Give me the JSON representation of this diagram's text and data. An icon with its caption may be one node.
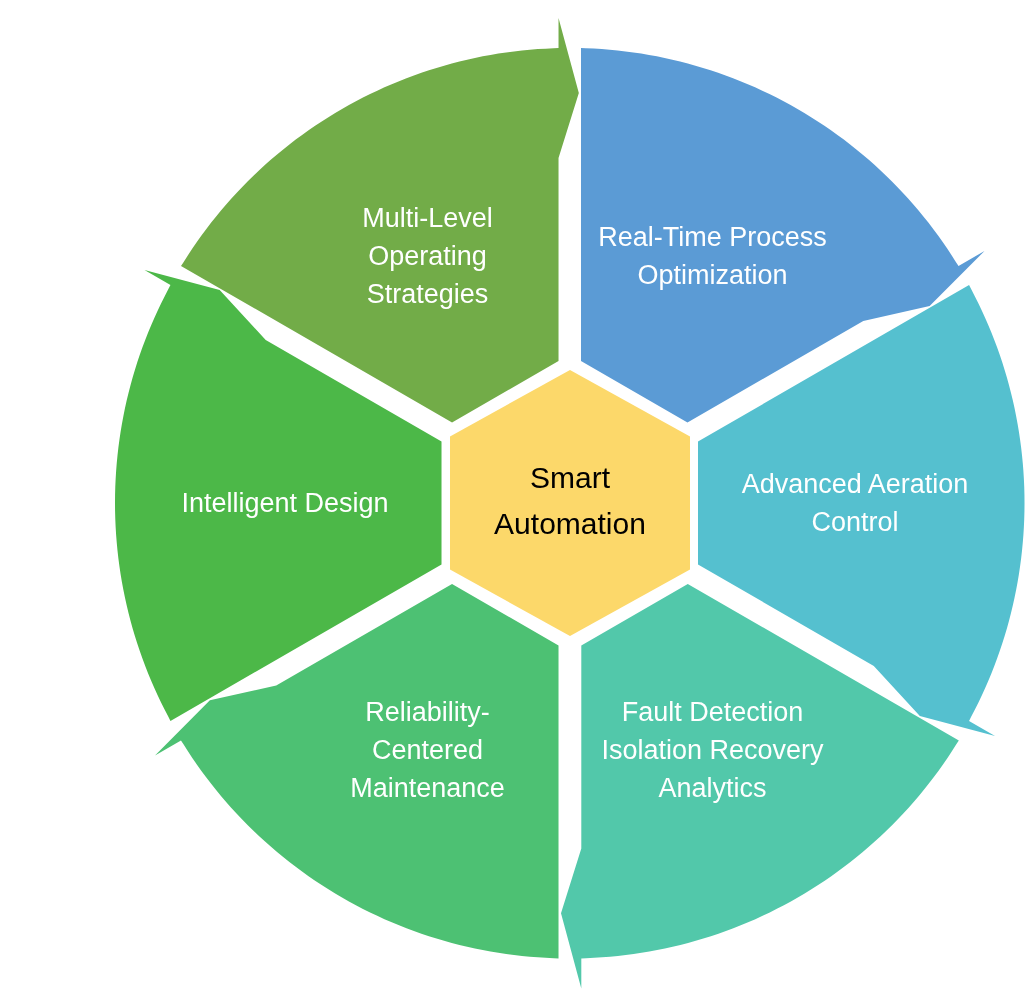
{
  "diagram": {
    "nodes": [
      {
        "text": [
          "Smart Automation"
        ]
      },
      {
        "text": [
          "Real-Time Process Optimization"
        ]
      },
      {
        "text": [
          "Advanced Aeration Control"
        ]
      },
      {
        "text": [
          "Fault Detection Isolation Recovery Analytics"
        ]
      },
      {
        "text": [
          "Reliability-Centered Maintenance"
        ]
      },
      {
        "text": [
          "Intelligent Design"
        ]
      },
      {
        "text": [
          "Multi-Level Operating Strategies"
        ]
      }
    ]
  }
}
